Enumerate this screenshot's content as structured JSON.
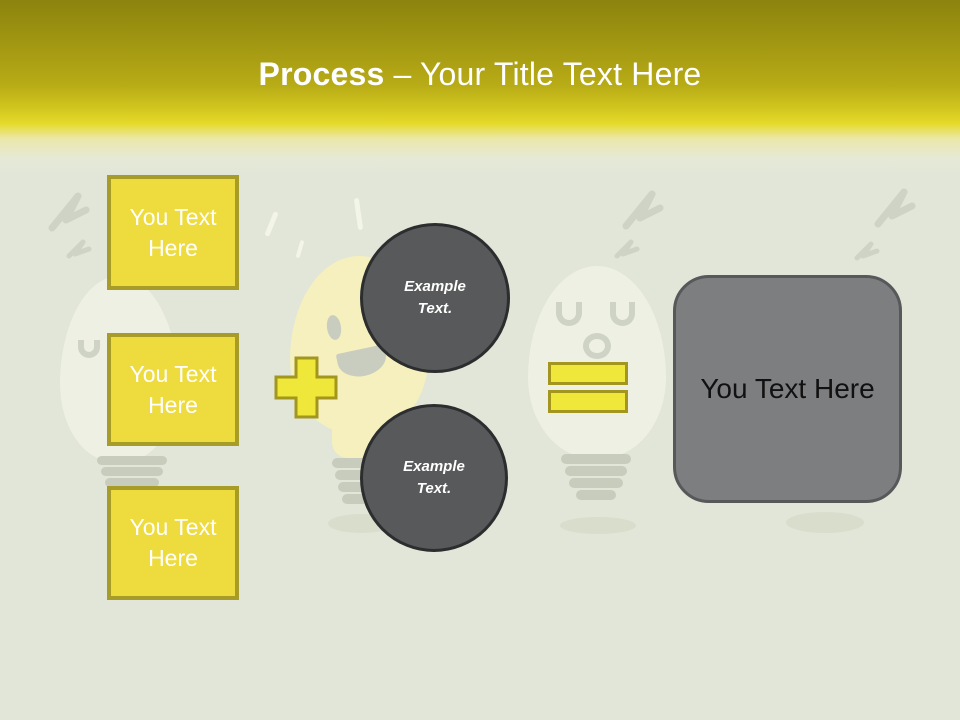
{
  "slide": {
    "title": {
      "emphasis": "Process",
      "rest": "– Your Title Text Here"
    }
  },
  "process": {
    "input_boxes": [
      "You Text Here",
      "You Text Here",
      "You Text Here"
    ],
    "plus_icon": "plus-operator",
    "example_circles": [
      "Example Text.",
      "Example Text."
    ],
    "equals_icon": "equals-operator",
    "result_box": "You Text Here"
  },
  "colors": {
    "bg": "#e1e6d8",
    "band_top": "#8b830e",
    "band_mid": "#b7ab16",
    "band_bright": "#e5da28",
    "band_fade": "#ebe8ab",
    "box_yellow": "#eedb3e",
    "box_border": "#a89c28",
    "operator_yellow": "#efe73a",
    "operator_border": "#a2961f",
    "circle_fill": "#58595a",
    "circle_border": "#2c2d2e",
    "result_fill": "#7d7e7f",
    "result_border": "#575859",
    "doodle_gray": "#cfd3c5",
    "doodle_shadow": "#d8ddcc",
    "bulb_white": "#edf0e2",
    "bulb_yellow": "#f5f0bd",
    "bulb_base": "#c8ccbd",
    "title_color": "#ffffff",
    "result_text": "#111111"
  }
}
